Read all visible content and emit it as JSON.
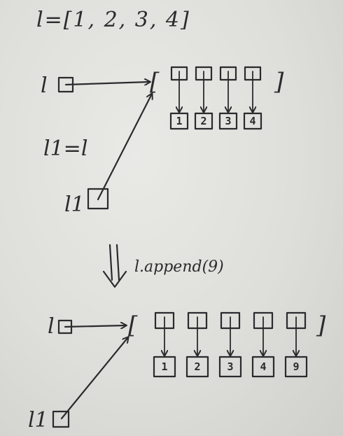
{
  "code": {
    "list_def": "l=[1, 2, 3, 4]",
    "alias": "l1=l",
    "operation": "l.append(9)"
  },
  "variables": {
    "l": "l",
    "l1": "l1"
  },
  "before": {
    "values": [
      "1",
      "2",
      "3",
      "4"
    ]
  },
  "after": {
    "values": [
      "1",
      "2",
      "3",
      "4",
      "9"
    ]
  },
  "colors": {
    "ink": "#2b2b2e",
    "paper": "#e4e4e0"
  }
}
